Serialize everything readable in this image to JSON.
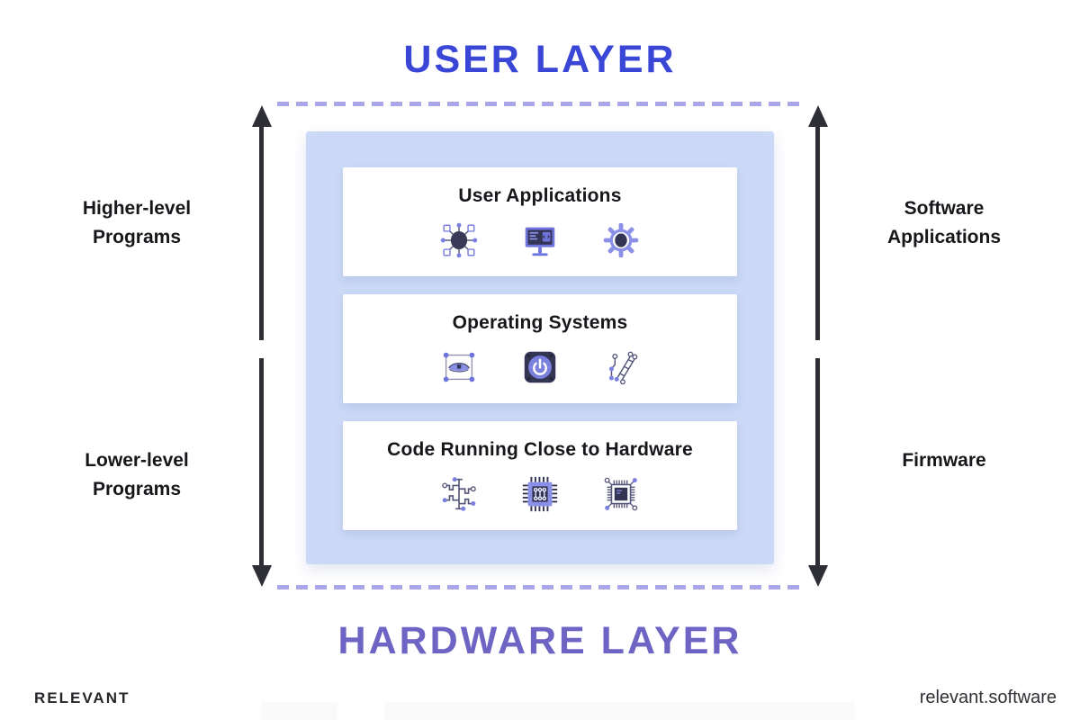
{
  "page": {
    "top_title": "USER LAYER",
    "bottom_title": "HARDWARE LAYER",
    "colors": {
      "user_layer_blue": "#3946D6",
      "hardware_layer_purple": "#6E64C4",
      "dashed_line": "#A9A6E9",
      "panel_background": "#CBD9F7",
      "arrow": "#2E2E36",
      "text_dark": "#17171B",
      "icon_dark_navy": "#343454",
      "icon_periwinkle": "#7B80DF",
      "icon_light_periwinkle": "#8A8FE8"
    }
  },
  "side_labels": {
    "left_top": "Higher-level\nPrograms",
    "left_bottom": "Lower-level\nPrograms",
    "right_top": "Software\nApplications",
    "right_bottom": "Firmware"
  },
  "layers": [
    {
      "title": "User Applications",
      "icons": [
        "ai-network-icon",
        "monitor-code-icon",
        "gear-icon"
      ]
    },
    {
      "title": "Operating Systems",
      "icons": [
        "eye-selection-icon",
        "power-button-icon",
        "circuit-pen-icon"
      ]
    },
    {
      "title": "Code Running Close to Hardware",
      "icons": [
        "circuit-traces-icon",
        "chip-icon",
        "cpu-icon"
      ]
    }
  ],
  "footer": {
    "brand": "RELEVANT",
    "website": "relevant.software"
  }
}
